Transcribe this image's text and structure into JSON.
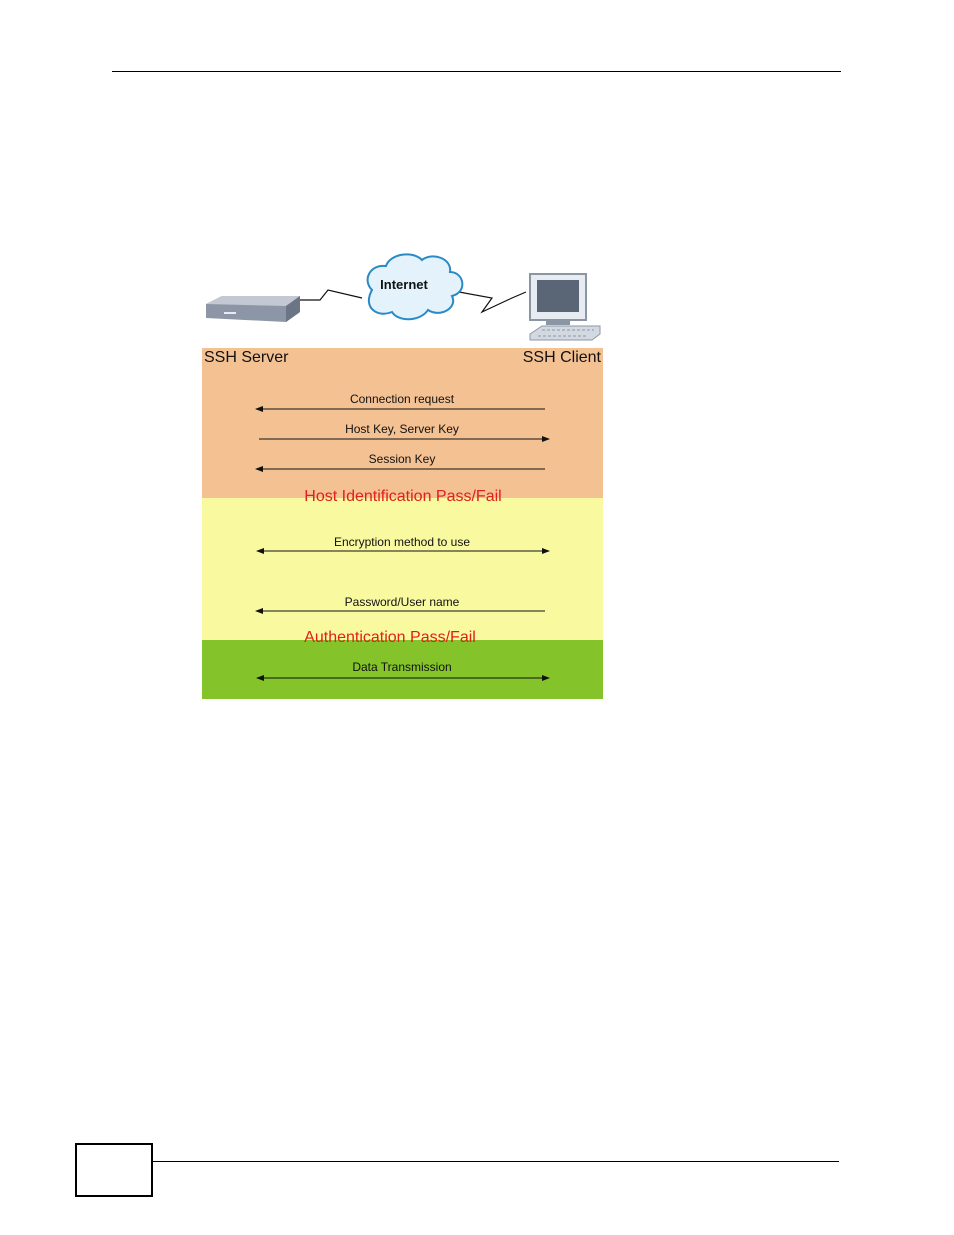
{
  "colors": {
    "band_handshake": "#f4c193",
    "band_negotiation": "#f9f9a0",
    "band_data": "#84c42a",
    "status_text": "#e0201a"
  },
  "network": {
    "cloud_label": "Internet",
    "server_label": "SSH Server",
    "client_label": "SSH Client",
    "server_icon": "router-device-icon",
    "client_icon": "desktop-computer-icon",
    "cloud_icon": "cloud-icon"
  },
  "messages": [
    {
      "label": "Connection request",
      "direction": "client-to-server"
    },
    {
      "label": "Host Key, Server Key",
      "direction": "server-to-client"
    },
    {
      "label": "Session Key",
      "direction": "client-to-server"
    },
    {
      "label": "Encryption method to use",
      "direction": "both"
    },
    {
      "label": "Password/User name",
      "direction": "client-to-server"
    },
    {
      "label": "Data Transmission",
      "direction": "both"
    }
  ],
  "status": {
    "host_identification": "Host Identification Pass/Fail",
    "authentication": "Authentication Pass/Fail"
  }
}
